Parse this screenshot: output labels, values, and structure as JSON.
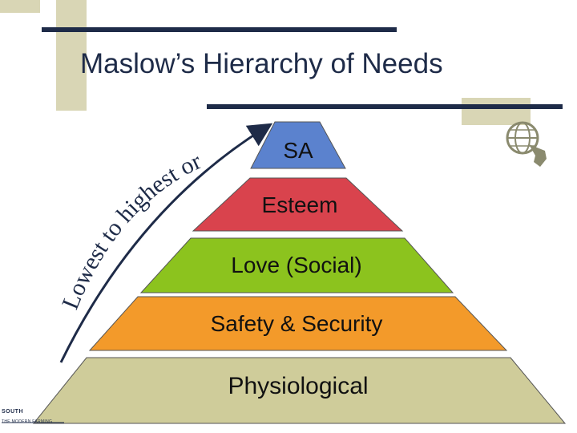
{
  "slide": {
    "title": "Maslow’s Hierarchy of Needs",
    "arrow_text": "Lowest to highest order",
    "levels": [
      {
        "label": "SA",
        "color": "#5b82ce"
      },
      {
        "label": "Esteem",
        "color": "#d9434d"
      },
      {
        "label": "Love (Social)",
        "color": "#8cc31e"
      },
      {
        "label": "Safety & Security",
        "color": "#f39a2a"
      },
      {
        "label": "Physiological",
        "color": "#cfcc9a"
      }
    ],
    "logo": {
      "line1": "SOUTH",
      "line2": "THE MODERN FARMING"
    },
    "icon": "globe-hand-icon",
    "accent_colors": {
      "navy": "#1e2b48",
      "beige": "#d9d6b5"
    }
  }
}
